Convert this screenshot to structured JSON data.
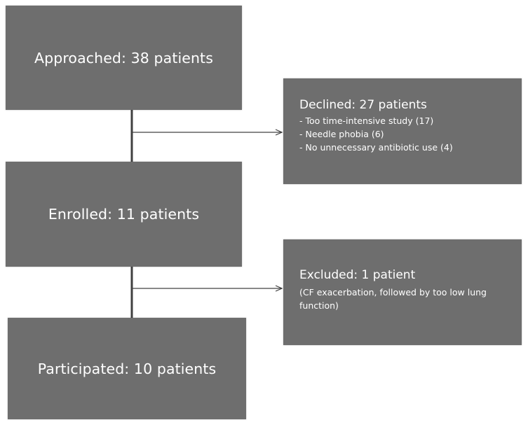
{
  "flowchart": {
    "approached": {
      "label": "Approached: 38 patients"
    },
    "enrolled": {
      "label": "Enrolled: 11 patients"
    },
    "participated": {
      "label": "Participated: 10 patients"
    },
    "declined": {
      "title": "Declined: 27 patients",
      "reasons": [
        "- Too time-intensive study (17)",
        "- Needle phobia (6)",
        "- No unnecessary antibiotic use (4)"
      ]
    },
    "excluded": {
      "title": "Excluded: 1 patient",
      "note": "(CF exacerbation, followed by too low lung function)"
    }
  },
  "colors": {
    "box_fill": "#6e6e6e",
    "text": "#ffffff",
    "connector": "#404040"
  }
}
